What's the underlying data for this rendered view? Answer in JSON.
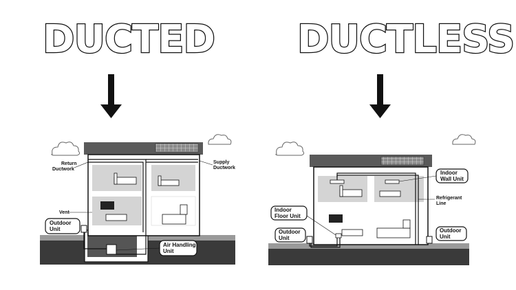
{
  "titles": {
    "ducted": "DUCTED",
    "ductless": "DUCTLESS"
  },
  "ducted": {
    "return_ductwork": [
      "Return",
      "Ductwork"
    ],
    "supply_ductwork": [
      "Supply",
      "Ductwork"
    ],
    "vent": "Vent",
    "outdoor_unit": [
      "Outdoor",
      "Unit"
    ],
    "air_handling_unit": [
      "Air Handling",
      "Unit"
    ]
  },
  "ductless": {
    "indoor_wall_unit": [
      "Indoor",
      "Wall Unit"
    ],
    "refrigerant_line": [
      "Refrigerant",
      "Line"
    ],
    "indoor_floor_unit": [
      "Indoor",
      "Floor Unit"
    ],
    "outdoor_unit_left": [
      "Outdoor",
      "Unit"
    ],
    "outdoor_unit_right": [
      "Outdoor",
      "Unit"
    ]
  },
  "colors": {
    "ink": "#111111",
    "roof": "#5a5a5a",
    "ground": "#3a3a3a",
    "room": "#d4d4d4",
    "solar": "#6e6e6e"
  },
  "icons": [
    "down-arrow-icon",
    "cloud-icon",
    "solar-panel-icon",
    "bed-icon",
    "tv-icon",
    "sofa-icon",
    "kitchen-icon"
  ]
}
